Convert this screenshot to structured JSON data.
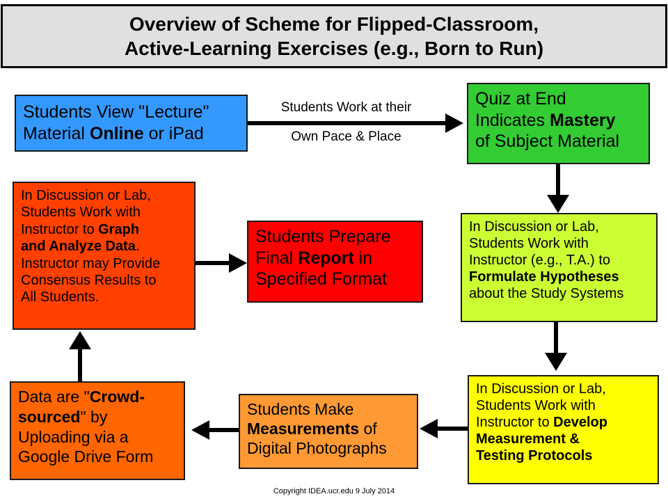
{
  "title": {
    "line1": "Overview of Scheme for Flipped-Classroom,",
    "line2": "Active-Learning Exercises (e.g., Born to Run)"
  },
  "colors": {
    "title_bg": "#e0e0e0",
    "view_lecture": "#3399ff",
    "quiz": "#33cc33",
    "hypotheses": "#ccff33",
    "protocols": "#ffff00",
    "measurements": "#ff9933",
    "crowdsourced": "#ff6600",
    "graph_analyze": "#ff4000",
    "final_report": "#ff0000"
  },
  "boxes": {
    "view_lecture": {
      "l1": "Students View \"Lecture\"",
      "l2a": "Material ",
      "l2b": "Online",
      "l2c": " or iPad"
    },
    "arrow_label": {
      "top": "Students Work at their",
      "bottom": "Own Pace & Place"
    },
    "quiz": {
      "l1": "Quiz at End",
      "l2a": "Indicates ",
      "l2b": "Mastery",
      "l3": "of Subject Material"
    },
    "hypotheses": {
      "l1": "In Discussion or Lab,",
      "l2": "Students Work with",
      "l3": "Instructor (e.g., T.A.) to",
      "l4": "Formulate Hypotheses",
      "l5": "about the Study Systems"
    },
    "protocols": {
      "l1": "In Discussion or Lab,",
      "l2": "Students Work with",
      "l3a": "Instructor to ",
      "l3b": "Develop",
      "l4": "Measurement &",
      "l5": "Testing Protocols"
    },
    "measurements": {
      "l1": "Students Make",
      "l2a": "Measurements",
      "l2b": " of",
      "l3": "Digital Photographs"
    },
    "crowdsourced": {
      "l1a": "Data are \"",
      "l1b": "Crowd-",
      "l2a": "sourced",
      "l2b": "\" by",
      "l3": "Uploading via a",
      "l4": "Google Drive Form"
    },
    "graph_analyze": {
      "l1": "In Discussion or Lab,",
      "l2": "Students Work with",
      "l3a": "Instructor to ",
      "l3b": "Graph",
      "l4a": "and Analyze Data",
      "l4b": ".",
      "l5": "Instructor may Provide",
      "l6": "Consensus Results to",
      "l7": "All Students."
    },
    "final_report": {
      "l1": "Students Prepare",
      "l2a": "Final ",
      "l2b": "Report",
      "l2c": " in",
      "l3": "Specified Format"
    }
  },
  "copyright": "Copyright IDEA.ucr.edu 9 July 2014"
}
